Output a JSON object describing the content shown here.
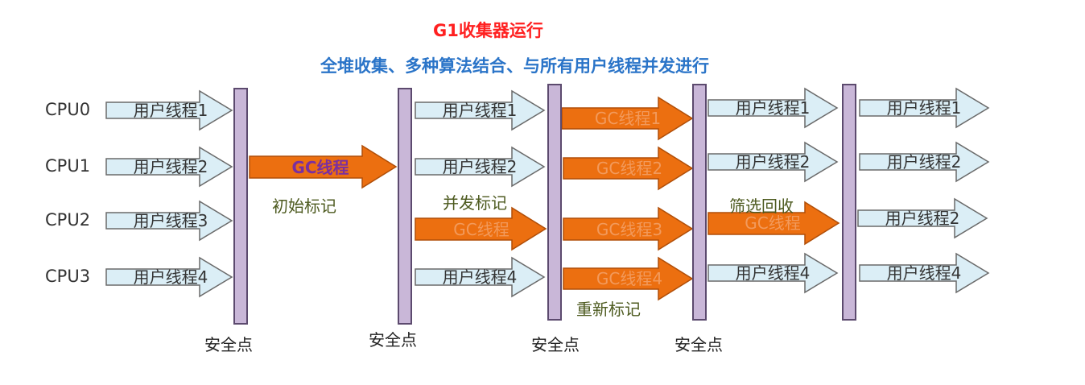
{
  "title": "G1收集器运行",
  "subtitle": "全堆收集、多种算法结合、与所有用户线程并发进行",
  "cpus": [
    "CPU0",
    "CPU1",
    "CPU2",
    "CPU3"
  ],
  "safepoint_label": "安全点",
  "phases": {
    "initial_mark": "初始标记",
    "concurrent_mark": "并发标记",
    "remark": "重新标记",
    "cleanup": "筛选回收"
  },
  "arrows": {
    "col1": [
      "用户线程1",
      "用户线程2",
      "用户线程3",
      "用户线程4"
    ],
    "initial_gc": "GC线程",
    "col3": [
      "用户线程1",
      "用户线程2",
      "GC线程",
      "用户线程4"
    ],
    "col4": [
      "GC线程1",
      "GC线程2",
      "GC线程3",
      "GC线程4"
    ],
    "col5": [
      "用户线程1",
      "用户线程2",
      "GC线程",
      "用户线程4"
    ],
    "col6": [
      "用户线程1",
      "用户线程2",
      "用户线程2",
      "用户线程4"
    ]
  },
  "colors": {
    "user_thread_fill": "#dbeef6",
    "user_thread_stroke": "#6a6a6a",
    "gc_thread_fill": "#ec6f10",
    "gc_thread_stroke": "#b04e08",
    "gc_text_purple": "#7a2fa0",
    "safepoint_fill": "#c9b7d8"
  }
}
